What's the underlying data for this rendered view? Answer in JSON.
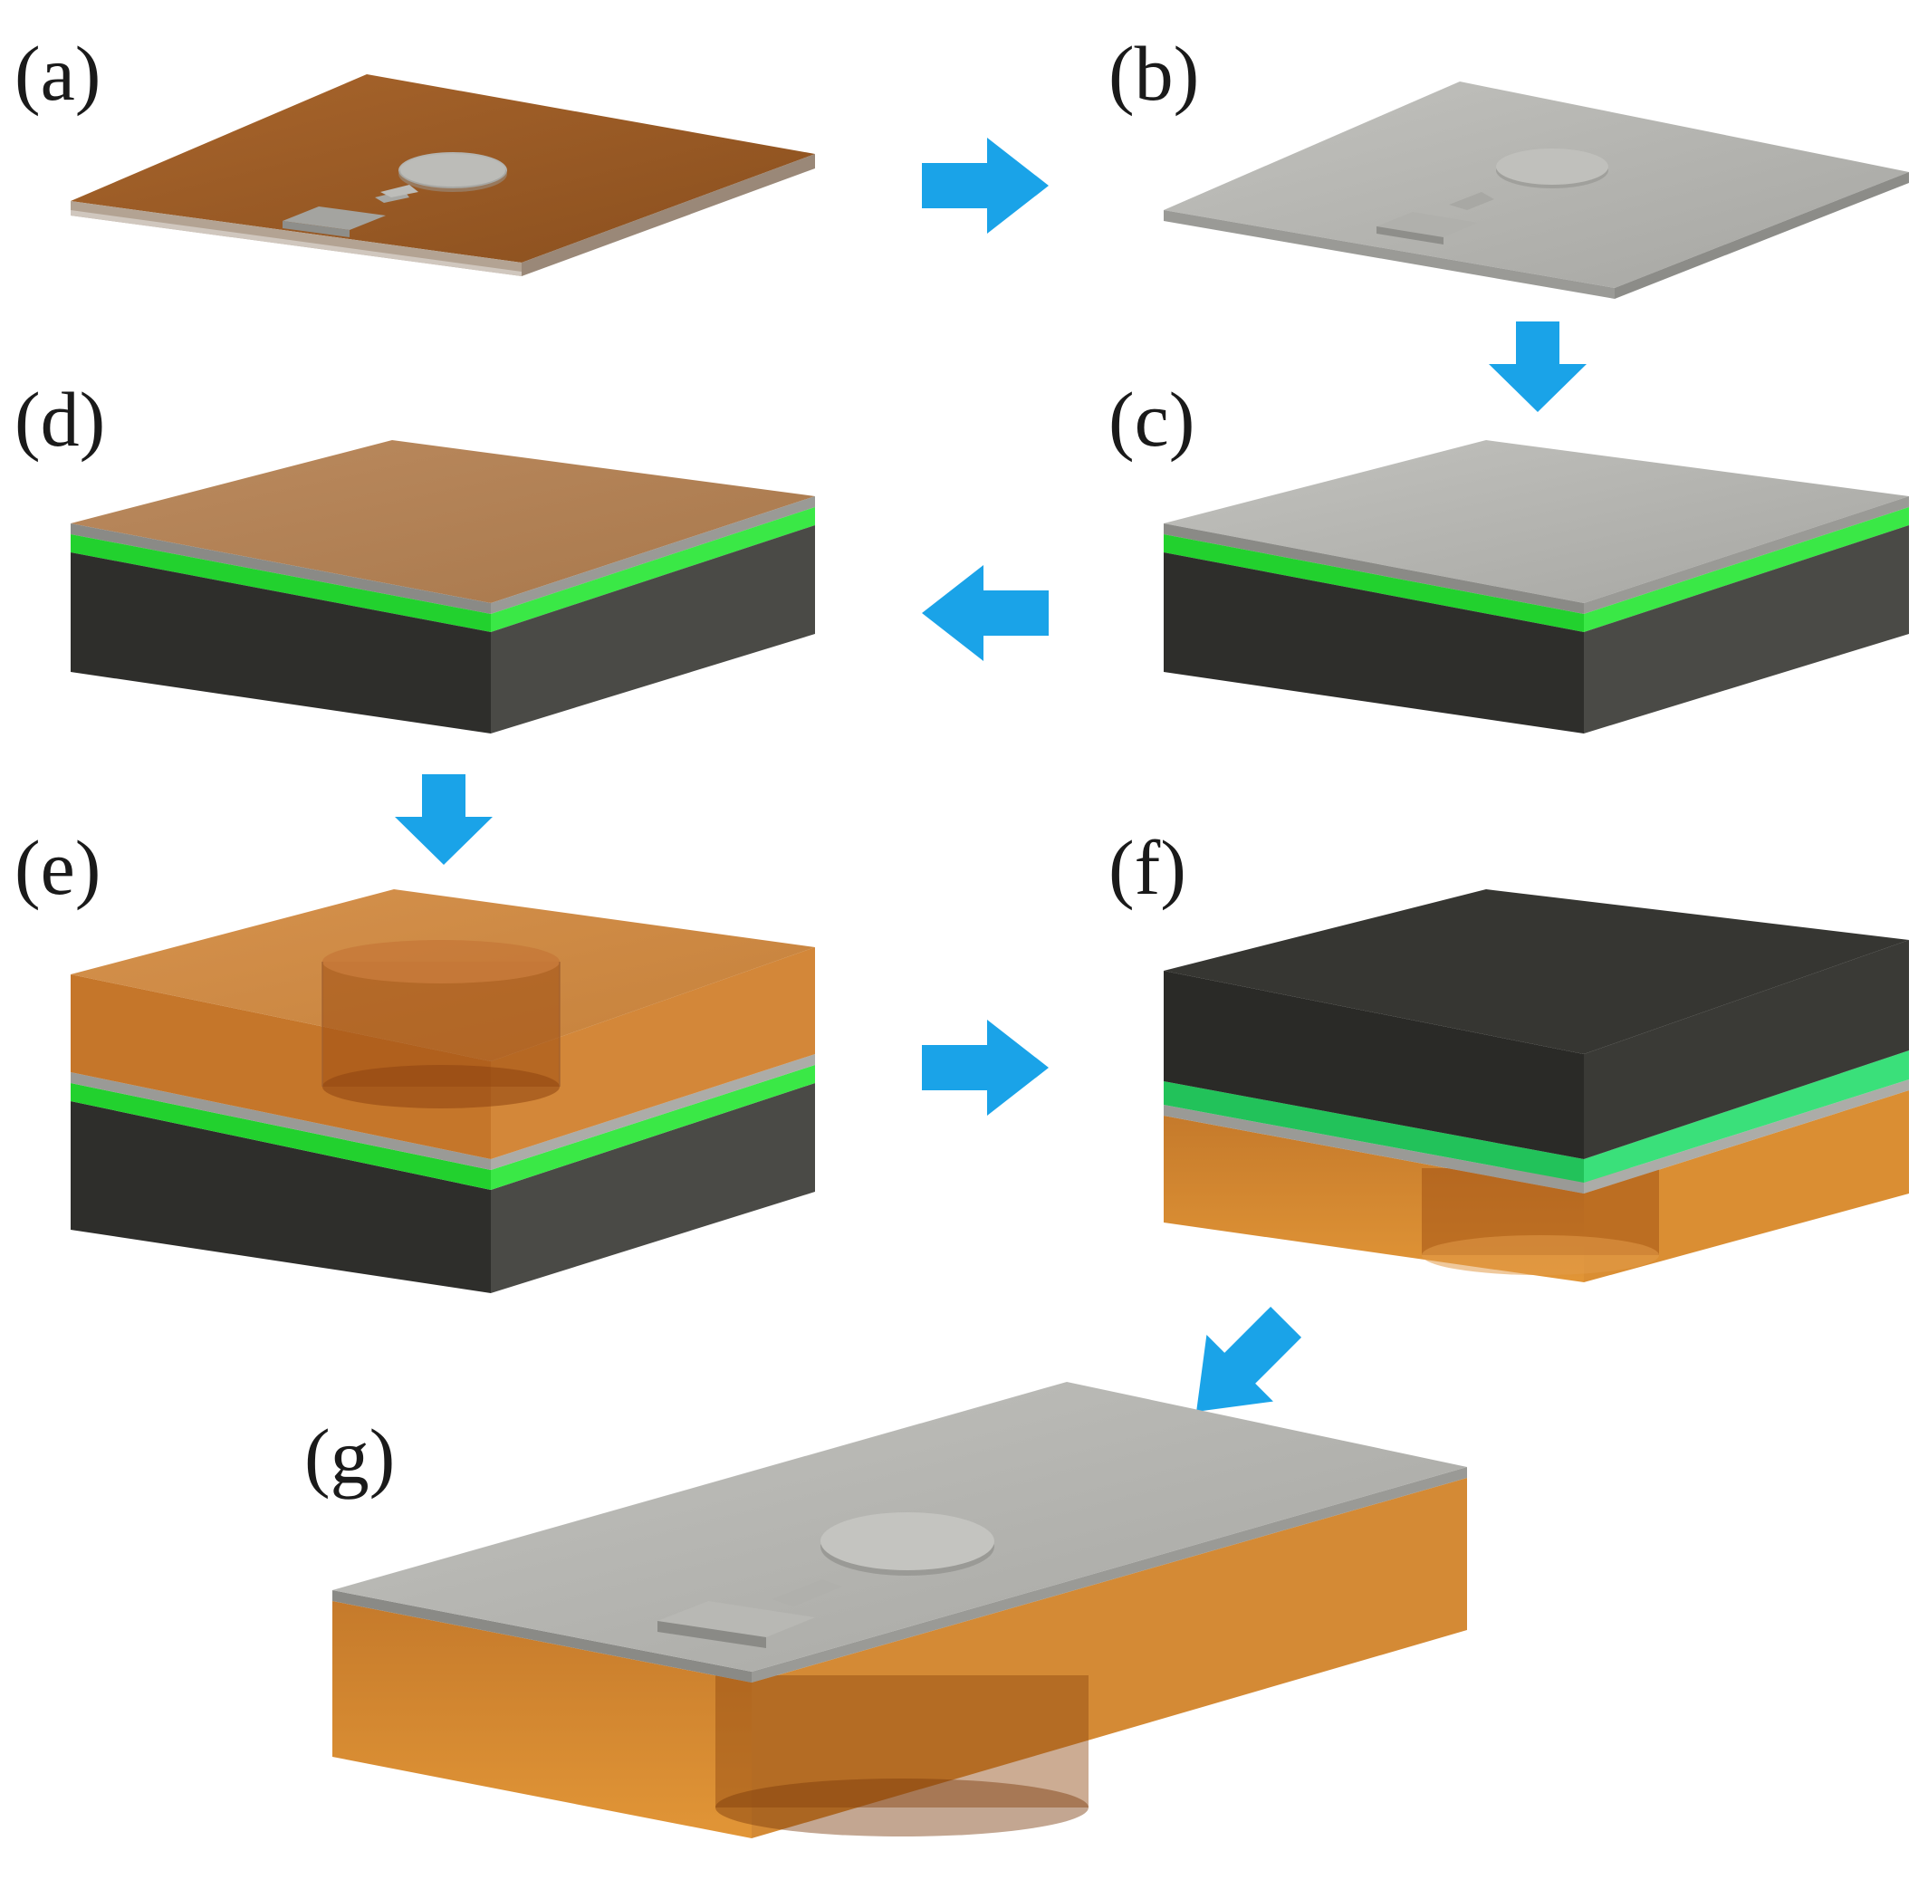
{
  "panels": {
    "a": "(a)",
    "b": "(b)",
    "c": "(c)",
    "d": "(d)",
    "e": "(e)",
    "f": "(f)",
    "g": "(g)"
  },
  "colors": {
    "arrow": "#1aa3e8",
    "copper": "#b8702a",
    "copper_dark": "#7a4518",
    "silver": "#b4b4b0",
    "silver_dark": "#8a8a86",
    "green": "#2fe03a",
    "dark_block": "#3a3a36",
    "amber_resin": "#d6851e",
    "background": "#ffffff"
  },
  "flow_order": [
    "a",
    "b",
    "c",
    "d",
    "e",
    "f",
    "g"
  ]
}
